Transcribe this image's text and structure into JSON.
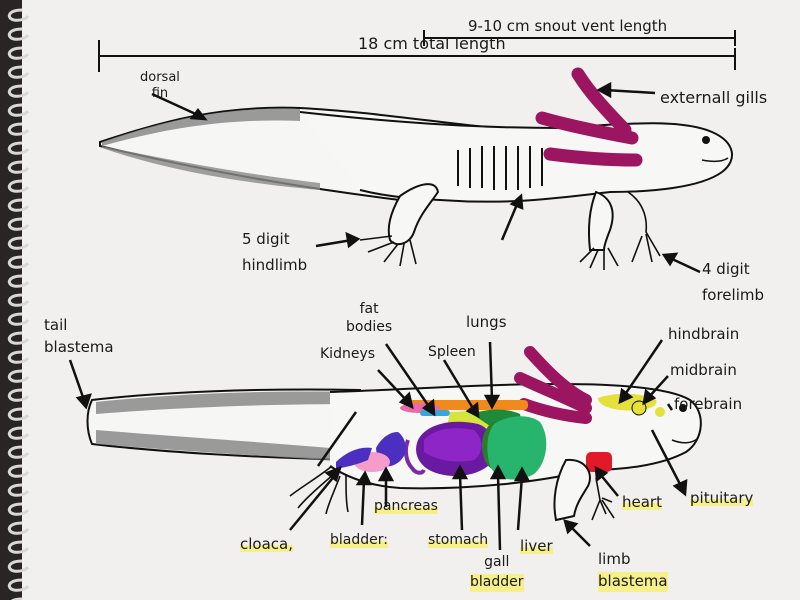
{
  "diagram": {
    "measurements": {
      "svl": "9-10 cm snout vent length",
      "total": "18 cm total length"
    },
    "top_labels": {
      "dorsal_fin": "dorsal\nfin",
      "gills": "externall gills",
      "hindlimb": "5 digit\nhindlimb",
      "forelimb": "4 digit\nforelimb"
    },
    "bottom_labels": {
      "tail_blastema": "tail\nblastema",
      "fat_bodies": "fat\nbodies",
      "lungs": "lungs",
      "kidneys": "Kidneys",
      "spleen": "Spleen",
      "hindbrain": "hindbrain",
      "midbrain": "midbrain",
      "forebrain": "forebrain",
      "cloaca": "cloaca,",
      "bladder": "bladder:",
      "pancreas": "pancreas",
      "stomach": "stomach",
      "gall_bladder": "gall\nbladder",
      "liver": "liver",
      "limb_blastema": "limb\nblastema",
      "heart": "heart",
      "pituitary": "pituitary"
    },
    "colors": {
      "gills": "#9b1560",
      "kidneys": "#e86aa8",
      "fat": "#f08a1c",
      "spleen": "#d7e43a",
      "lungs": "#1f8a3a",
      "stomach": "#6a1aa0",
      "liver": "#27b56d",
      "gall_bladder": "#2c7c2e",
      "pancreas": "#7b2aa6",
      "bladder": "#f59cc8",
      "cloaca": "#4b2fc0",
      "heart": "#e11a2a",
      "brain": "#e6e03a",
      "highlight": "#f6f08a"
    }
  }
}
